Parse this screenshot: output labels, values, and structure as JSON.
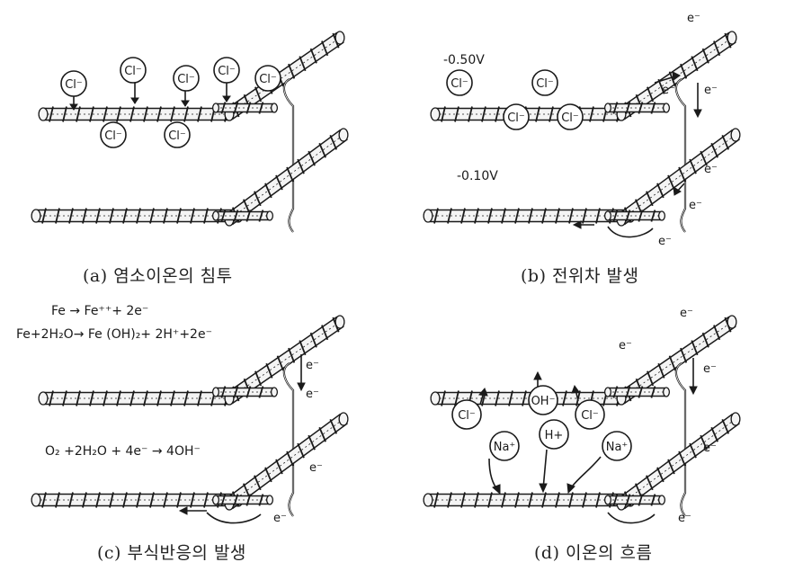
{
  "panels": {
    "a": {
      "caption": "(a) 염소이온의 침투",
      "ions": [
        "Cl⁻",
        "Cl⁻",
        "Cl⁻",
        "Cl⁻",
        "Cl⁻",
        "Cl⁻",
        "Cl⁻"
      ]
    },
    "b": {
      "caption": "(b) 전위차 발생",
      "potential_top": "-0.50V",
      "potential_bottom": "-0.10V",
      "ions": [
        "Cl⁻",
        "Cl⁻",
        "Cl⁻",
        "Cl⁻"
      ],
      "electron": "e⁻"
    },
    "c": {
      "caption": "(c) 부식반응의 발생",
      "reaction_1": "Fe → Fe⁺⁺+ 2e⁻",
      "reaction_2": "Fe+2H₂O→ Fe (OH)₂+ 2H⁺+2e⁻",
      "reaction_3": "O₂ +2H₂O + 4e⁻ → 4OH⁻",
      "electron": "e⁻"
    },
    "d": {
      "caption": "(d) 이온의 흐름",
      "ions": [
        "Cl⁻",
        "OH⁻",
        "Cl⁻",
        "Na⁺",
        "H+",
        "Na⁺"
      ],
      "electron": "e⁻"
    }
  },
  "colors": {
    "ink": "#1a1a1a",
    "bar_fill": "#f4f4f4",
    "caption": "#222222"
  }
}
